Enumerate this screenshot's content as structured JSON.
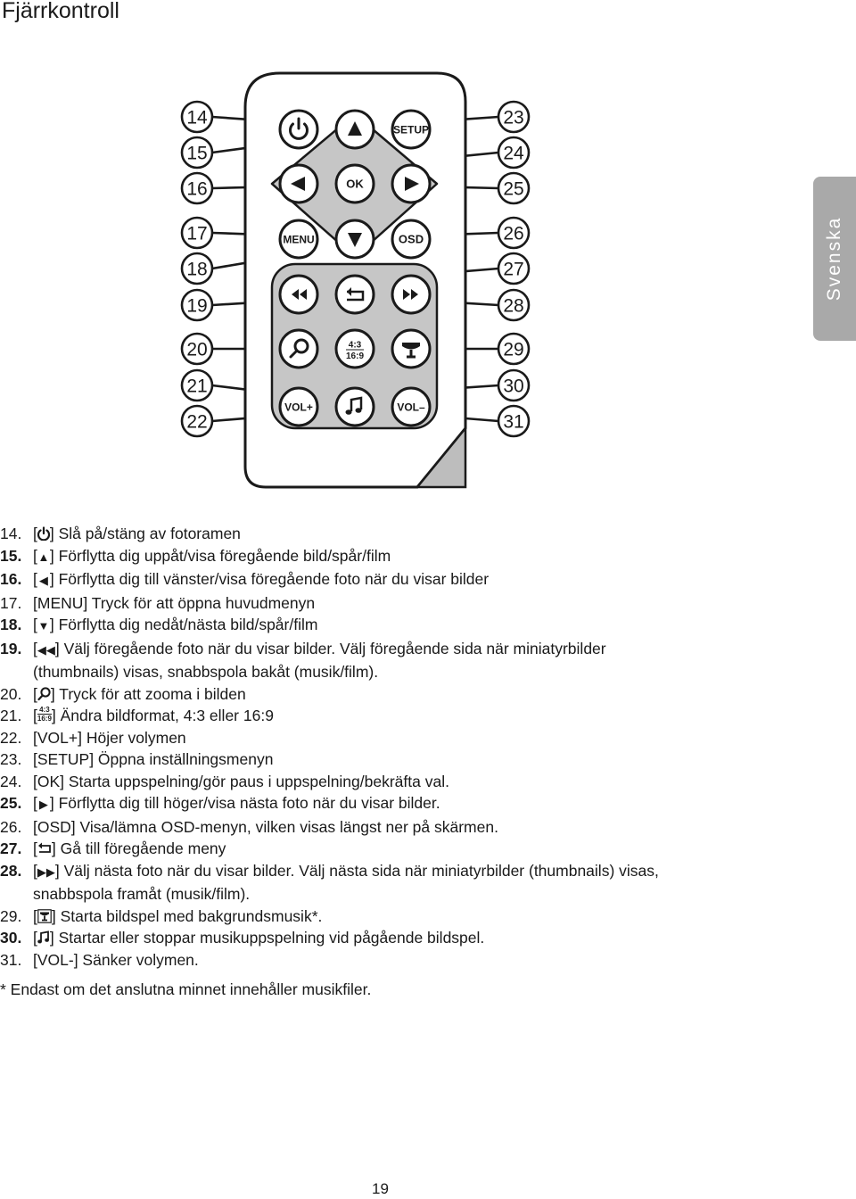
{
  "title": "Fjärrkontroll",
  "side_tab": "Svenska",
  "remote": {
    "buttons": [
      {
        "id": "power",
        "icon": "power-icon"
      },
      {
        "id": "up",
        "icon": "triangle-up-icon"
      },
      {
        "id": "setup",
        "label": "SETUP"
      },
      {
        "id": "left",
        "icon": "triangle-left-icon"
      },
      {
        "id": "ok",
        "label": "OK"
      },
      {
        "id": "right",
        "icon": "triangle-right-icon"
      },
      {
        "id": "menu",
        "label": "MENU"
      },
      {
        "id": "down",
        "icon": "triangle-down-icon"
      },
      {
        "id": "osd",
        "label": "OSD"
      },
      {
        "id": "rewind",
        "icon": "rewind-icon"
      },
      {
        "id": "return",
        "icon": "return-icon"
      },
      {
        "id": "fastforward",
        "icon": "fast-forward-icon"
      },
      {
        "id": "zoom",
        "icon": "zoom-icon"
      },
      {
        "id": "ratio",
        "label_top": "4:3",
        "label_bottom": "16:9"
      },
      {
        "id": "slideshow",
        "icon": "slideshow-icon"
      },
      {
        "id": "volplus",
        "label": "VOL+"
      },
      {
        "id": "music",
        "icon": "music-note-icon"
      },
      {
        "id": "volminus",
        "label": "VOL–"
      }
    ],
    "callouts_left": [
      "14",
      "15",
      "16",
      "17",
      "18",
      "19",
      "20",
      "21",
      "22"
    ],
    "callouts_right": [
      "23",
      "24",
      "25",
      "26",
      "27",
      "28",
      "29",
      "30",
      "31"
    ]
  },
  "items": [
    {
      "num": "14.",
      "bold": false,
      "icon": "power-icon",
      "prefix": "[",
      "suffix": "]",
      "text": " Slå på/stäng av fotoramen"
    },
    {
      "num": "15.",
      "bold": true,
      "icon_text": "▲",
      "prefix": "[",
      "suffix": "]",
      "text": " Förflytta dig uppåt/visa föregående bild/spår/film"
    },
    {
      "num": "16.",
      "bold": true,
      "icon_text": "◀",
      "prefix": "[",
      "suffix": "]",
      "text": " Förflytta dig till vänster/visa föregående foto när du visar bilder"
    },
    {
      "num": "17.",
      "bold": false,
      "text": "[MENU] Tryck för att öppna huvudmenyn"
    },
    {
      "num": "18.",
      "bold": true,
      "icon_text": "▼",
      "prefix": "[",
      "suffix": "]",
      "text": " Förflytta dig nedåt/nästa bild/spår/film"
    },
    {
      "num": "19.",
      "bold": true,
      "icon_text": "◀◀",
      "prefix": "[",
      "suffix": "]",
      "text": " Välj föregående foto när du visar bilder. Välj föregående sida när miniatyrbilder"
    },
    {
      "cont": "(thumbnails) visas, snabbspola bakåt (musik/film)."
    },
    {
      "num": "20.",
      "bold": false,
      "icon": "zoom-icon",
      "prefix": "[",
      "suffix": "]",
      "text": " Tryck för att zooma i bilden"
    },
    {
      "num": "21.",
      "bold": false,
      "ratio_top": "4:3",
      "ratio_bottom": "16:9",
      "prefix": "[",
      "suffix": "]",
      "text": " Ändra bildformat, 4:3 eller 16:9"
    },
    {
      "num": "22.",
      "bold": false,
      "text": "[VOL+] Höjer volymen"
    },
    {
      "num": "23.",
      "bold": false,
      "text": "[SETUP] Öppna inställningsmenyn"
    },
    {
      "num": "24.",
      "bold": false,
      "text": "[OK] Starta uppspelning/gör paus i uppspelning/bekräfta val."
    },
    {
      "num": "25.",
      "bold": true,
      "icon_text": "▶",
      "prefix": "[",
      "suffix": "]",
      "text": " Förflytta dig till höger/visa nästa foto när du visar bilder."
    },
    {
      "num": "26.",
      "bold": false,
      "text": "[OSD] Visa/lämna OSD-menyn, vilken visas längst ner på skärmen."
    },
    {
      "num": "27.",
      "bold": true,
      "icon": "return-icon",
      "prefix": "[",
      "suffix": "]",
      "text": " Gå till föregående meny"
    },
    {
      "num": "28.",
      "bold": true,
      "icon_text": "▶▶",
      "prefix": "[",
      "suffix": "]",
      "text": " Välj nästa foto när du visar bilder. Välj nästa sida när miniatyrbilder (thumbnails) visas,"
    },
    {
      "cont": "snabbspola framåt (musik/film)."
    },
    {
      "num": "29.",
      "bold": false,
      "icon": "slideshow-icon",
      "prefix": "[",
      "suffix": "]",
      "text": " Starta bildspel med bakgrundsmusik*."
    },
    {
      "num": "30.",
      "bold": true,
      "icon": "music-note-icon",
      "prefix": "[",
      "suffix": "]",
      "text": " Startar eller stoppar musikuppspelning vid pågående bildspel."
    },
    {
      "num": "31.",
      "bold": false,
      "text": "[VOL-] Sänker volymen."
    }
  ],
  "footnote": "* Endast om det anslutna minnet innehåller musikfiler.",
  "page_number": "19"
}
